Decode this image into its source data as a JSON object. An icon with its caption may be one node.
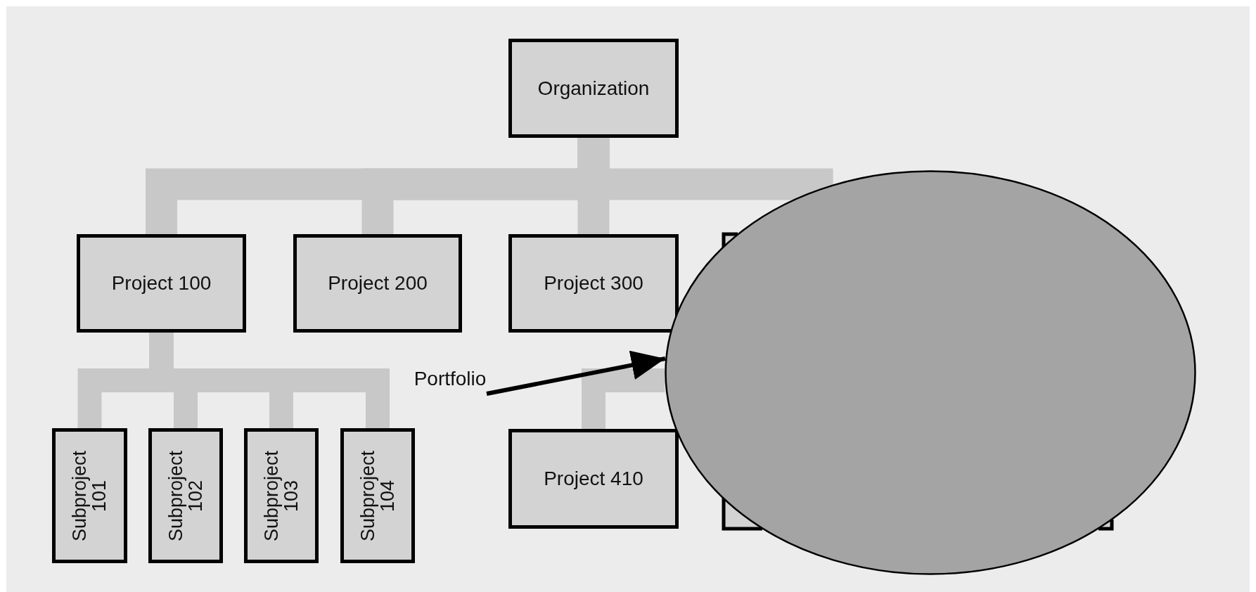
{
  "diagram": {
    "nodes": [
      {
        "text": [
          "Organization"
        ]
      },
      {
        "text": [
          "Project 100"
        ]
      },
      {
        "text": [
          "Project 200"
        ]
      },
      {
        "text": [
          "Project 300"
        ]
      },
      {
        "text": [
          "Subproject 101"
        ]
      },
      {
        "text": [
          "Subproject 102"
        ]
      },
      {
        "text": [
          "Subproject 103"
        ]
      },
      {
        "text": [
          "Subproject 104"
        ]
      },
      {
        "text": [
          "Project 410"
        ]
      },
      {
        "text": [],
        "shape": "ellipse"
      },
      {
        "text": [
          "Portfolio"
        ]
      }
    ],
    "edges": [
      {
        "from": 0,
        "to": 1,
        "arrow": "none"
      },
      {
        "from": 0,
        "to": 2,
        "arrow": "none"
      },
      {
        "from": 0,
        "to": 3,
        "arrow": "none"
      },
      {
        "from": 1,
        "to": 4,
        "arrow": "none"
      },
      {
        "from": 1,
        "to": 5,
        "arrow": "none"
      },
      {
        "from": 1,
        "to": 6,
        "arrow": "none"
      },
      {
        "from": 1,
        "to": 7,
        "arrow": "none"
      },
      {
        "from": 0,
        "to": 9,
        "arrow": "none"
      },
      {
        "from": 9,
        "to": 8,
        "arrow": "none"
      },
      {
        "from": 10,
        "to": 9,
        "arrow": "to",
        "color": "#000000"
      }
    ]
  }
}
